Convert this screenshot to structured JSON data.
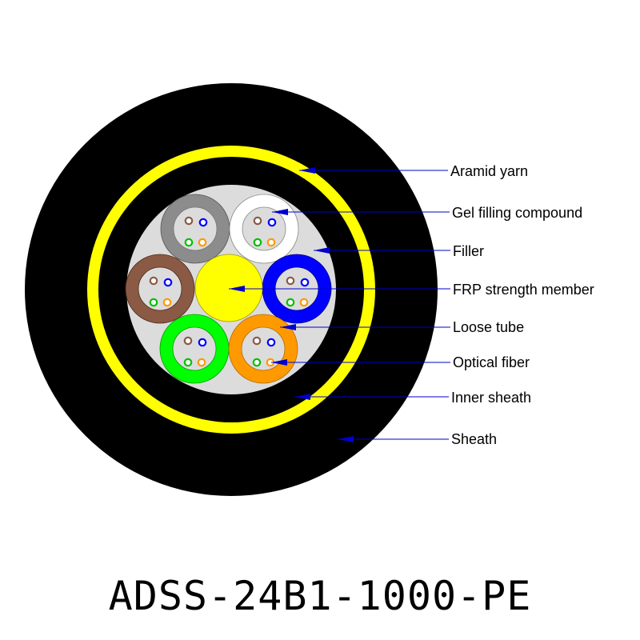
{
  "title": "ADSS-24B1-1000-PE",
  "labels": {
    "aramid_yarn": "Aramid yarn",
    "gel_filling_compound": "Gel filling compound",
    "filler": "Filler",
    "frp_strength_member": "FRP strength member",
    "loose_tube": "Loose tube",
    "optical_fiber": "Optical fiber",
    "inner_sheath": "Inner sheath",
    "sheath": "Sheath"
  },
  "colors": {
    "sheath": "#000000",
    "aramid_yarn": "#ffff00",
    "core": "#dcdcdc",
    "frp": "#ffff00",
    "leader": "#0000cc",
    "arrow": "#0000cc",
    "tube_grey": "#8c8c8c",
    "tube_white": "#ffffff",
    "tube_brown": "#8b5a44",
    "tube_blue": "#0000ff",
    "tube_green": "#00ff00",
    "tube_orange": "#ff9900",
    "fiber_brown": "#8b5a44",
    "fiber_blue": "#0000ff",
    "fiber_green": "#00c000",
    "fiber_orange": "#ff9900"
  }
}
